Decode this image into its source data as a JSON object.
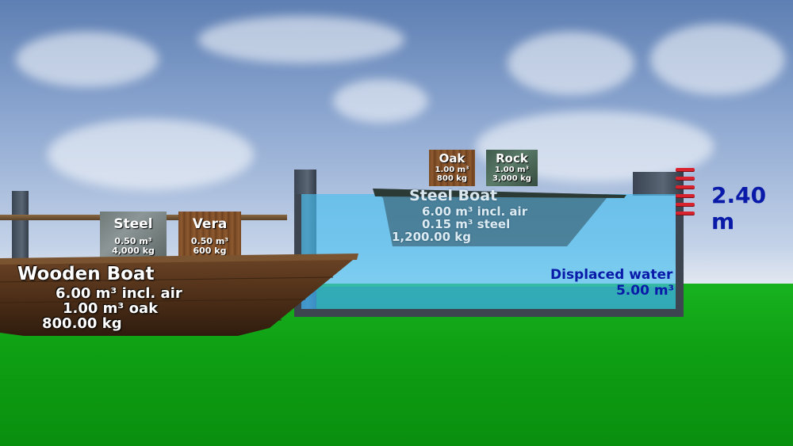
{
  "wooden_boat": {
    "name": "Wooden Boat",
    "volume": "6.00 m³ incl. air",
    "material": "1.00 m³ oak",
    "mass": "800.00 kg",
    "cargo": [
      {
        "name": "Steel",
        "volume": "0.50 m³",
        "mass": "4,000 kg"
      },
      {
        "name": "Vera",
        "volume": "0.50 m³",
        "mass": "600 kg"
      }
    ]
  },
  "steel_boat": {
    "name": "Steel Boat",
    "volume": "6.00 m³ incl. air",
    "material": "0.15 m³ steel",
    "mass": "1,200.00 kg",
    "cargo": [
      {
        "name": "Oak",
        "volume": "1.00 m³",
        "mass": "800 kg"
      },
      {
        "name": "Rock",
        "volume": "1.00 m³",
        "mass": "3,000 kg"
      }
    ]
  },
  "displaced_water": {
    "label": "Displaced water",
    "value": "5.00 m³"
  },
  "water_height": "2.40 m",
  "icons": {
    "gauge": "height-gauge-pins-icon"
  },
  "colors": {
    "sky": "#8aa5cf",
    "ground": "#0fa014",
    "water": "#46bef0",
    "readout": "#0a1aa8"
  }
}
